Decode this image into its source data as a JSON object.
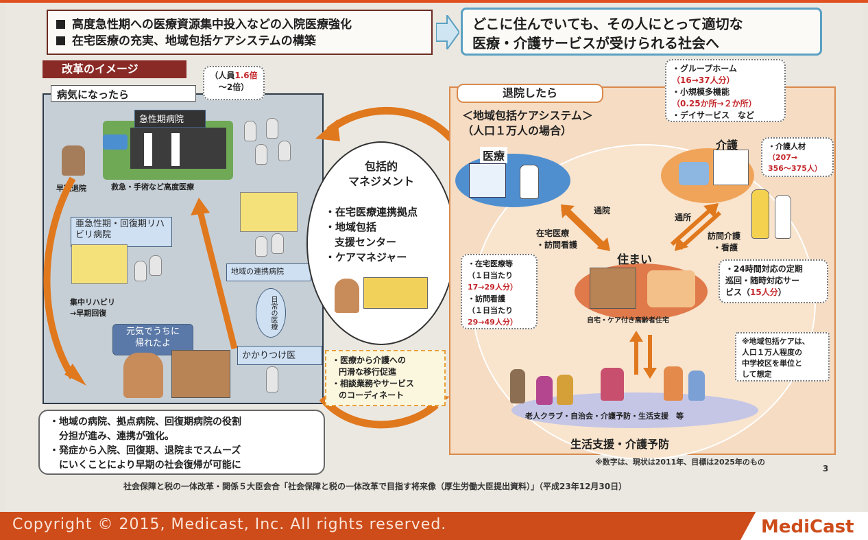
{
  "header": {
    "left_line1": "高度急性期への医療資源集中投入などの入院医療強化",
    "left_line2": "在宅医療の充実、地域包括ケアシステムの構築",
    "right_line1": "どこに住んでいても、その人にとって適切な",
    "right_line2": "医療・介護サービスが受けられる社会へ"
  },
  "left": {
    "reform_label": "改革のイメージ",
    "sick_label": "病気になったら",
    "staff_callout_a": "（人員",
    "staff_callout_b": "1.6倍",
    "staff_callout_c": "～2倍）",
    "acute_hospital": "急性期病院",
    "acute_caption": "救急・手術など高度医療",
    "early_discharge": "早期退院",
    "subacute_hospital": "亜急性期・回復期リハビリ病院",
    "rehab_caption_1": "集中リハビリ",
    "rehab_caption_2": "→早期回復",
    "regional_hospital": "地域の連携病院",
    "daily_medical": "日常の医療",
    "family_doctor": "かかりつけ医",
    "home_speech_1": "元気でうちに",
    "home_speech_2": "帰れたよ",
    "bottom_1": "・地域の病院、拠点病院、回復期病院の役割",
    "bottom_2": "分担が進み、連携が強化。",
    "bottom_3": "・発症から入院、回復期、退院までスムーズ",
    "bottom_4": "にいくことにより早期の社会復帰が可能に"
  },
  "center": {
    "title_1": "包括的",
    "title_2": "マネジメント",
    "item_1": "・在宅医療連携拠点",
    "item_2": "・地域包括",
    "item_2b": "支援センター",
    "item_3": "・ケアマネジャー",
    "box_1": "・医療から介護への",
    "box_2": "円滑な移行促進",
    "box_3": "・相談業務やサービス",
    "box_4": "のコーディネート"
  },
  "right": {
    "discharge_label": "退院したら",
    "system_1": "＜地域包括ケアシステム＞",
    "system_2": "（人口１万人の場合）",
    "medical": "医療",
    "care": "介護",
    "home": "住まい",
    "home_caption": "自宅・ケア付き高齢者住宅",
    "hospital_visit": "通院",
    "home_medical_1": "在宅医療",
    "home_medical_2": "・訪問看護",
    "care_visit": "通所",
    "visit_care_1": "訪問介護",
    "visit_care_2": "・看護",
    "gh_1": "・グループホーム",
    "gh_2": "（16→37人分）",
    "gh_3": "・小規模多機能",
    "gh_4": "（0.25か所→２か所）",
    "gh_5": "・デイサービス　など",
    "staff_1": "・介護人材",
    "staff_2": "（207→",
    "staff_3": "356～375人）",
    "hm_1": "・在宅医療等",
    "hm_2": "（１日当たり",
    "hm_3": "17→29人分）",
    "hm_4": "・訪問看護",
    "hm_5": "（１日当たり",
    "hm_6": "29→49人分）",
    "h24_1": "・24時間対応の定期",
    "h24_2": "巡回・随時対応サー",
    "h24_3": "ビス（",
    "h24_4": "15人分",
    "h24_5": "）",
    "note_1": "※地域包括ケアは、",
    "note_2": "人口１万人程度の",
    "note_3": "中学校区を単位と",
    "note_4": "して想定",
    "community": "老人クラブ・自治会・介護予防・生活支援　等",
    "livelihood": "生活支援・介護予防"
  },
  "footnote": "※数字は、現状は2011年、目標は2025年のもの",
  "page_number": "3",
  "source": "社会保障と税の一体改革・関係５大臣会合「社会保障と税の一体改革で目指す将来像（厚生労働大臣提出資料）」（平成23年12月30日）",
  "footer": {
    "copyright": "Copyright © 2015, Medicast, Inc. All rights reserved.",
    "logo": "MediCast"
  },
  "colors": {
    "accent_orange": "#e0501e",
    "footer_bg": "#cd4c1a",
    "label_red": "#8a2a26",
    "header_border_blue": "#5aa0c2"
  }
}
